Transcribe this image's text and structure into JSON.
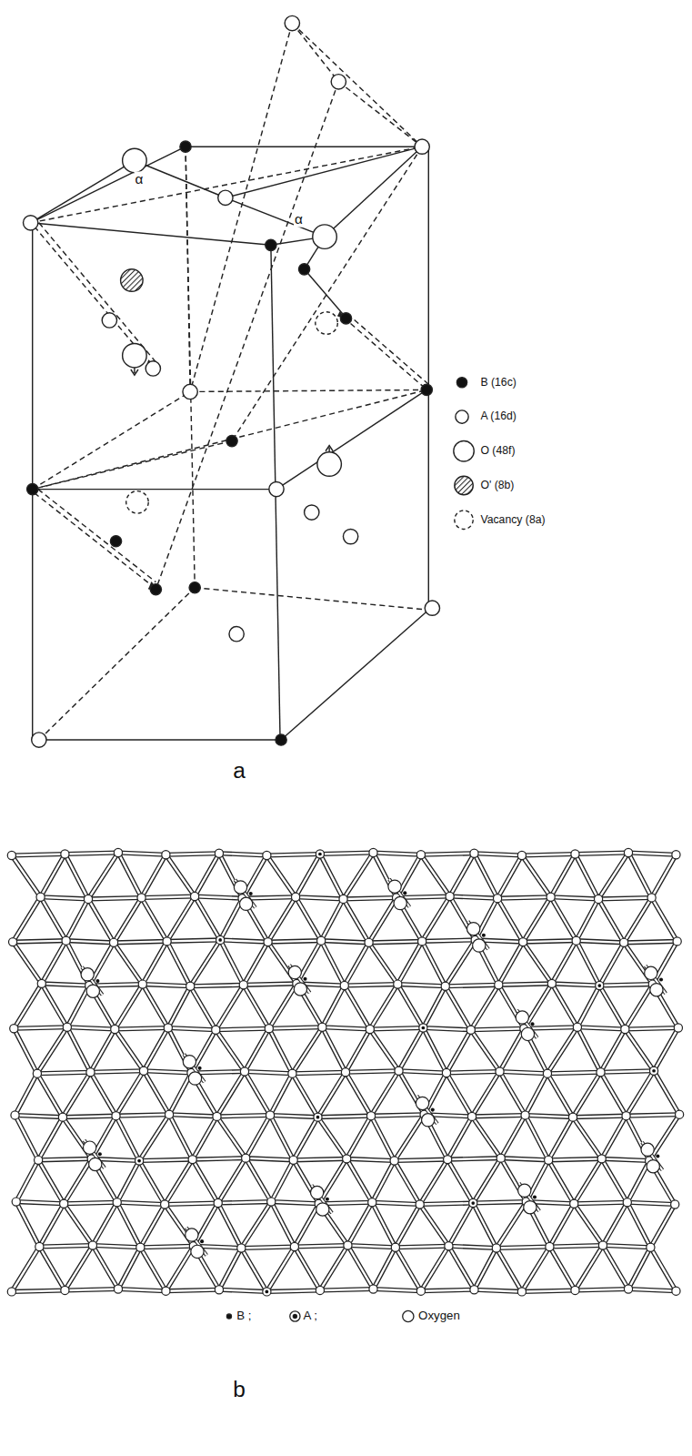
{
  "diagram": {
    "labels": [
      "α",
      "α",
      "a",
      "b"
    ],
    "legend": [
      {
        "text": "B (16c)"
      },
      {
        "text": "A (16d)"
      },
      {
        "text": "O (48f)"
      },
      {
        "text": "O' (8b)"
      },
      {
        "text": "Vacancy (8a)"
      },
      {
        "text": "B ;"
      },
      {
        "text": "A ;"
      },
      {
        "text": "Oxygen"
      }
    ]
  }
}
